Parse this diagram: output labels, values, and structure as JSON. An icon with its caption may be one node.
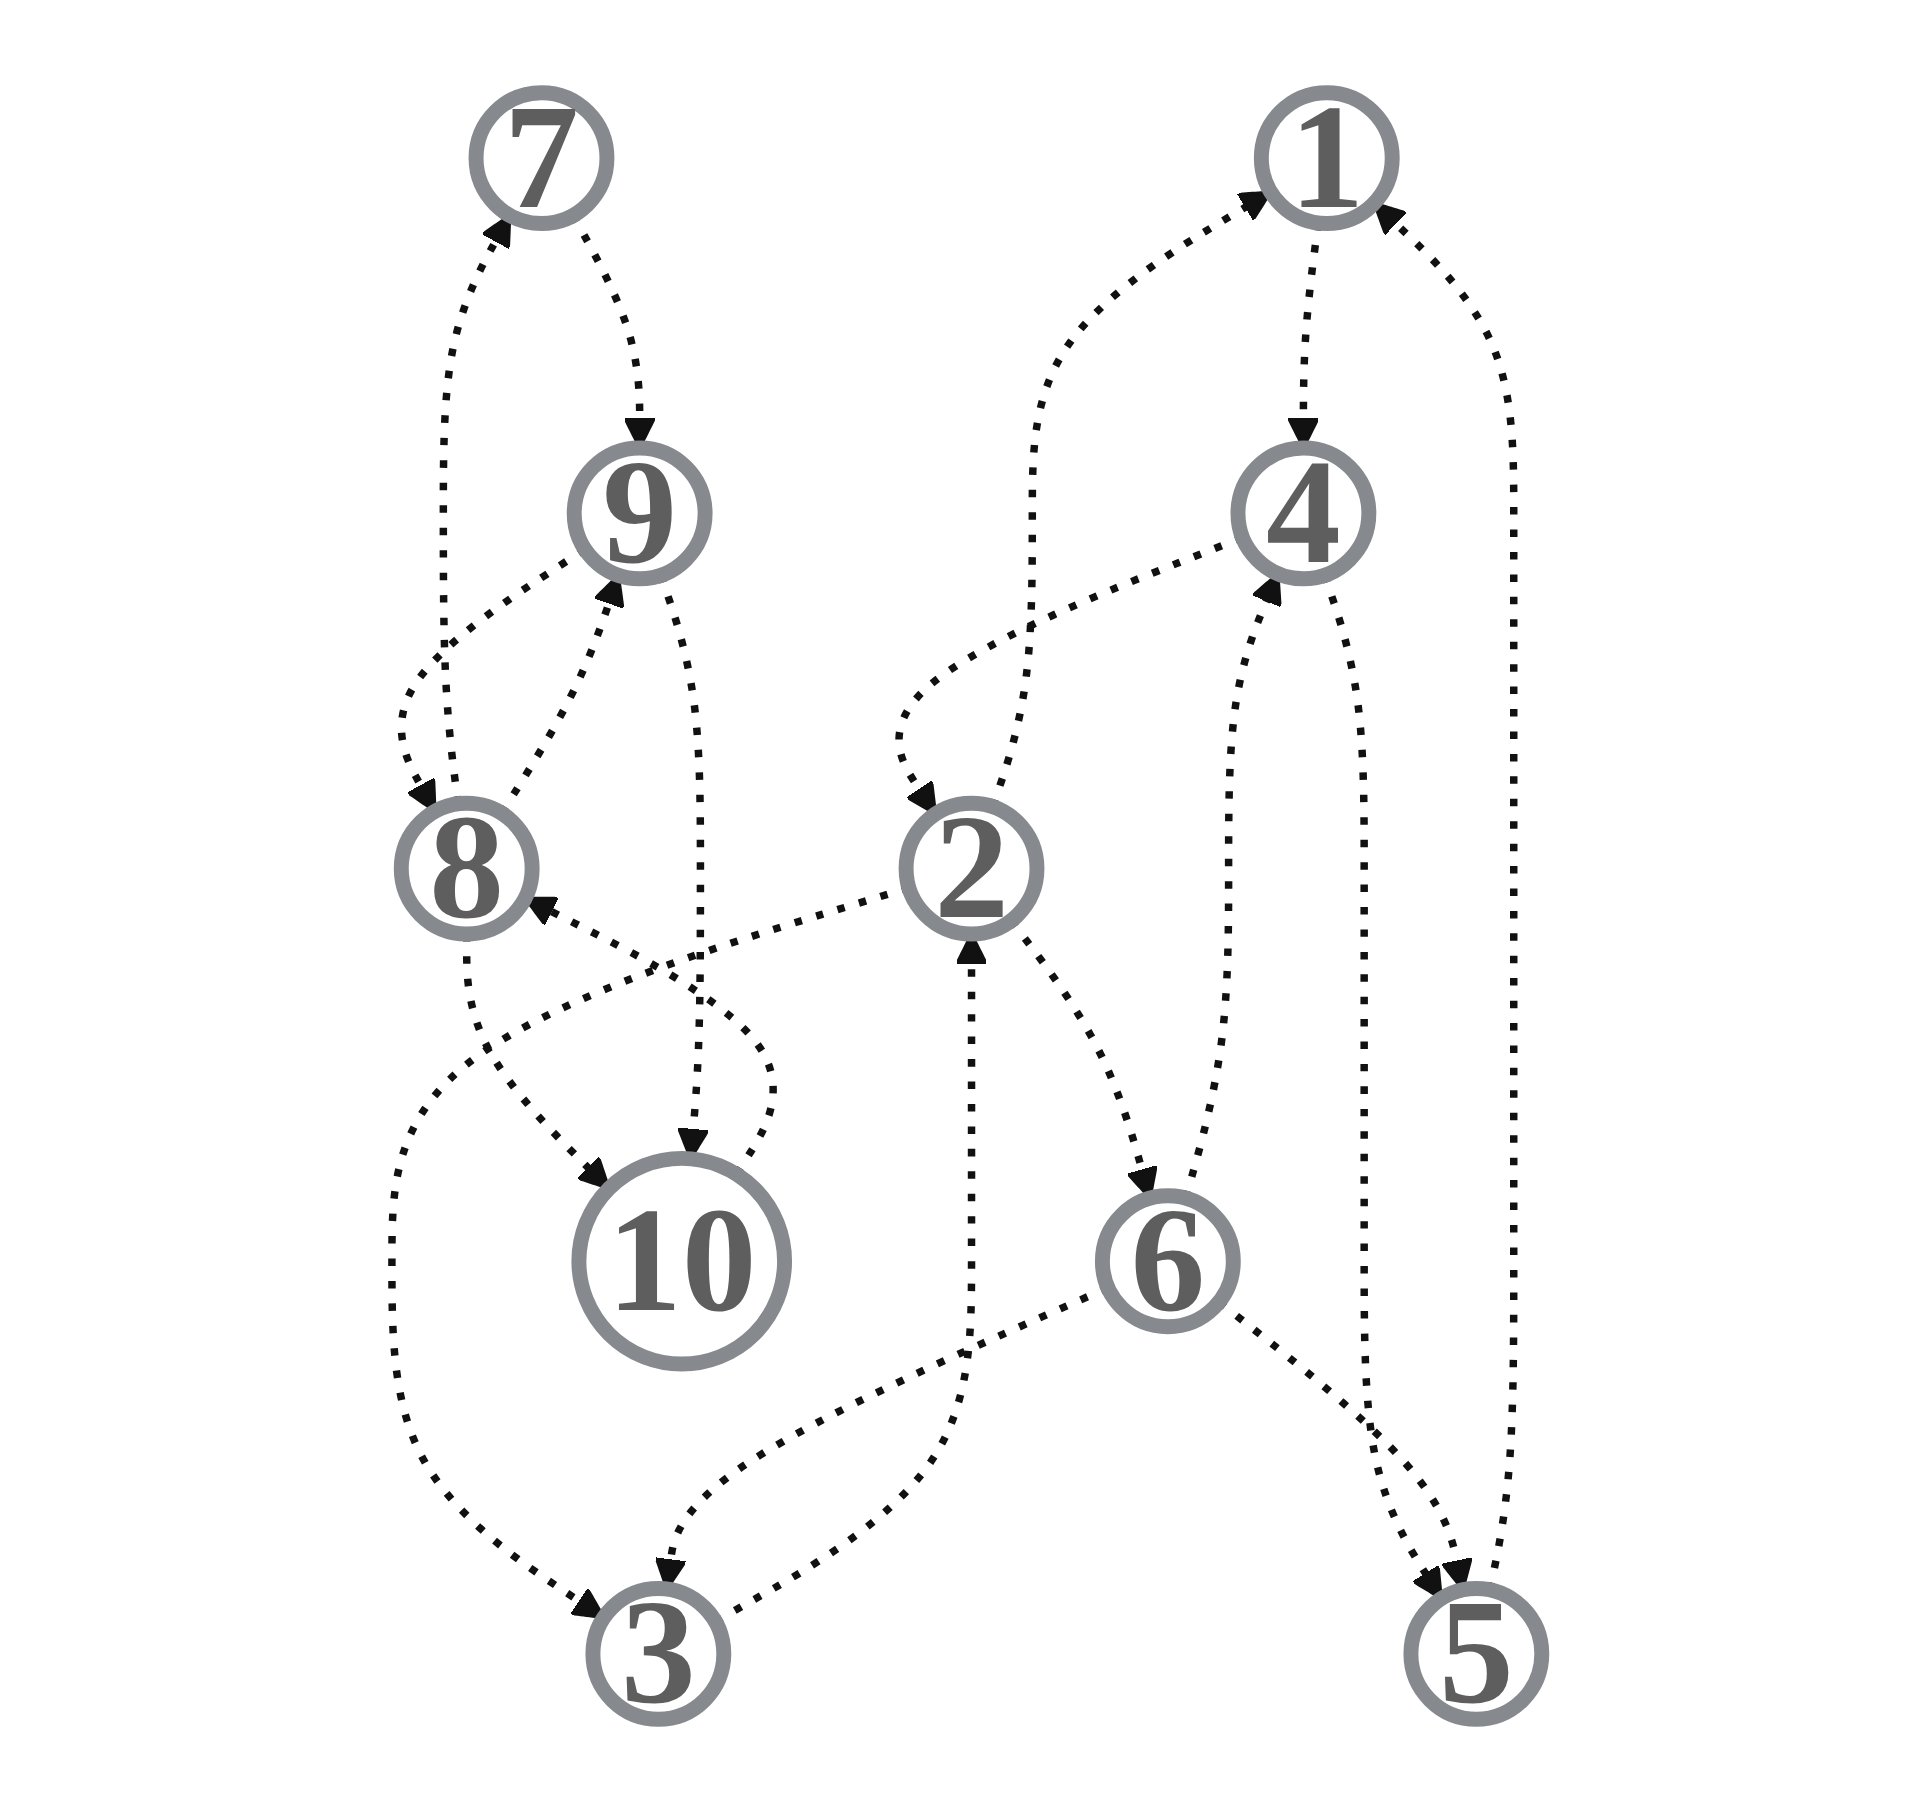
{
  "diagram": {
    "nodes": [
      {
        "text": [
          "1"
        ]
      },
      {
        "text": [
          "2"
        ]
      },
      {
        "text": [
          "3"
        ]
      },
      {
        "text": [
          "4"
        ]
      },
      {
        "text": [
          "5"
        ]
      },
      {
        "text": [
          "6"
        ]
      },
      {
        "text": [
          "7"
        ]
      },
      {
        "text": [
          "8"
        ]
      },
      {
        "text": [
          "9"
        ]
      },
      {
        "text": [
          "10"
        ]
      }
    ],
    "edges": [
      {
        "from": 1,
        "to": 0,
        "arrow": "to"
      },
      {
        "from": 2,
        "to": 1,
        "arrow": "to"
      },
      {
        "from": 1,
        "to": 5,
        "arrow": "to"
      },
      {
        "from": 0,
        "to": 3,
        "arrow": "to"
      },
      {
        "from": 4,
        "to": 0,
        "arrow": "to"
      },
      {
        "from": 3,
        "to": 1,
        "arrow": "to"
      },
      {
        "from": 1,
        "to": 2,
        "arrow": "to"
      },
      {
        "from": 5,
        "to": 2,
        "arrow": "to"
      },
      {
        "from": 3,
        "to": 4,
        "arrow": "to"
      },
      {
        "from": 5,
        "to": 4,
        "arrow": "to"
      },
      {
        "from": 5,
        "to": 3,
        "arrow": "to"
      },
      {
        "from": 7,
        "to": 6,
        "arrow": "to"
      },
      {
        "from": 7,
        "to": 8,
        "arrow": "to"
      },
      {
        "from": 6,
        "to": 8,
        "arrow": "to"
      },
      {
        "from": 8,
        "to": 7,
        "arrow": "to"
      },
      {
        "from": 9,
        "to": 7,
        "arrow": "to"
      },
      {
        "from": 7,
        "to": 9,
        "arrow": "to"
      },
      {
        "from": 8,
        "to": 9,
        "arrow": "to"
      }
    ]
  }
}
